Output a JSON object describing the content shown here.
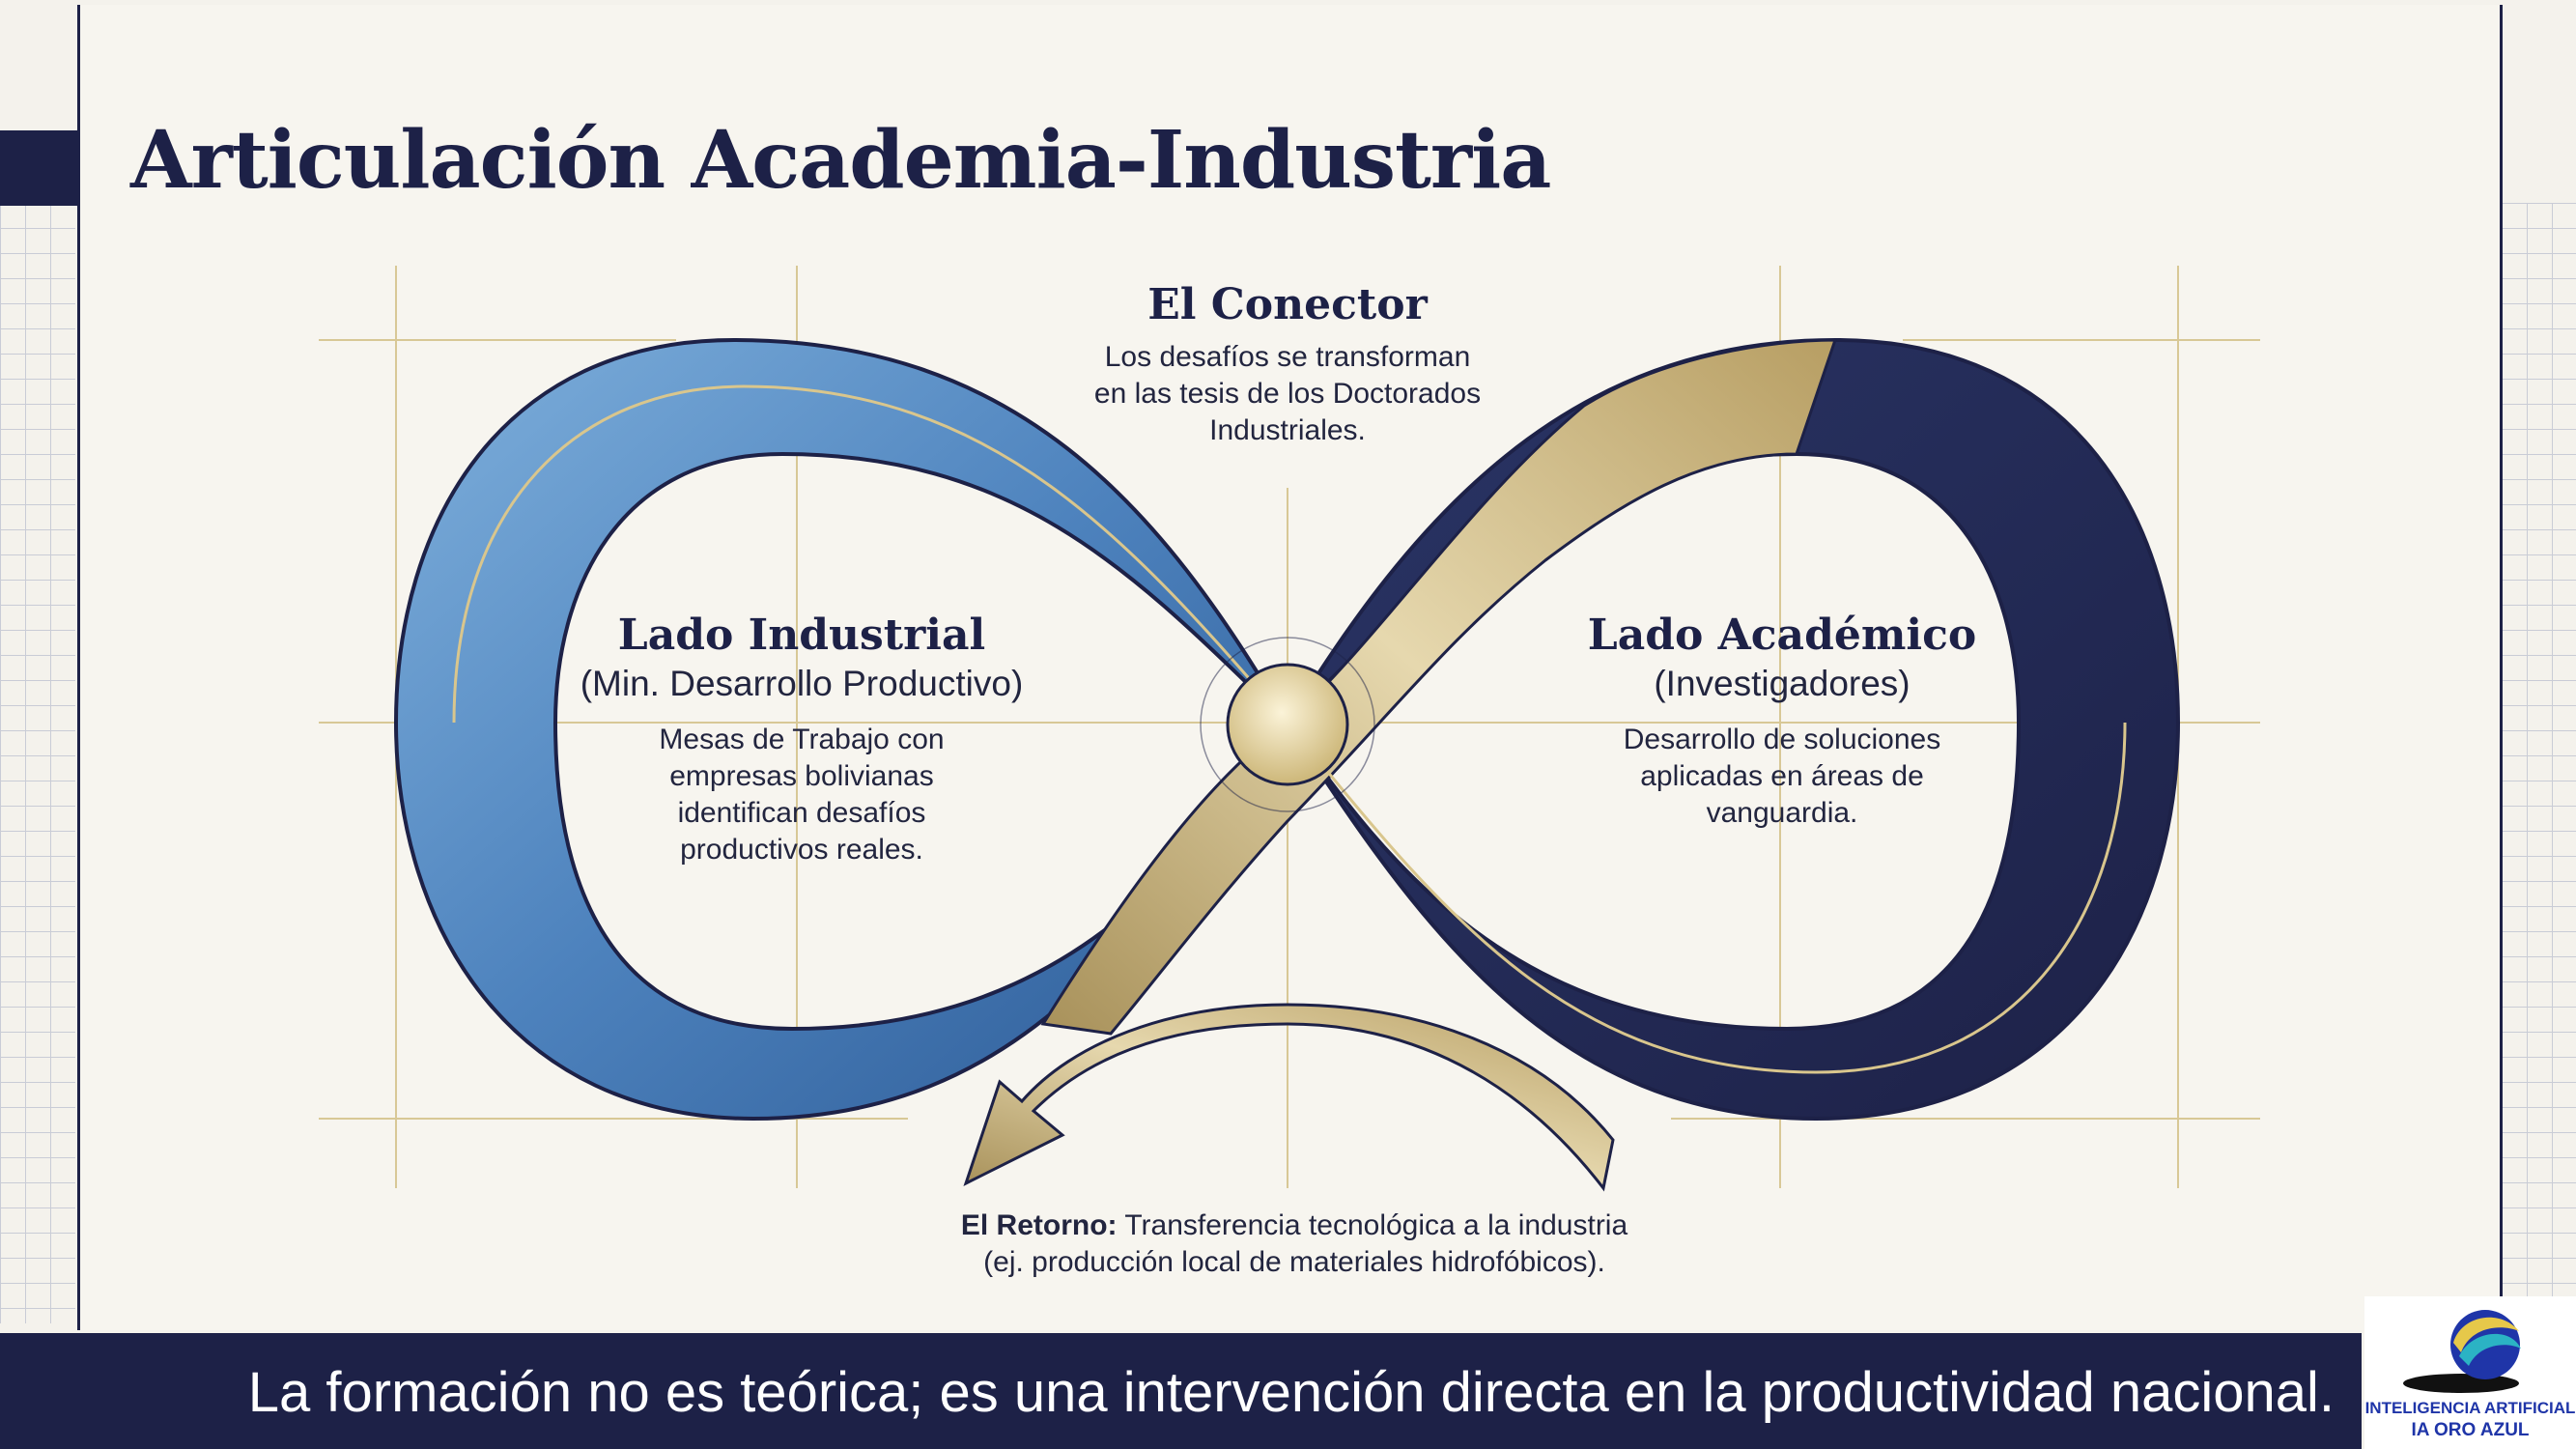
{
  "title": "Articulación Academia-Industria",
  "connector": {
    "heading": "El Conector",
    "lines": [
      "Los desafíos se transforman",
      "en las tesis de los Doctorados",
      "Industriales."
    ]
  },
  "industrial": {
    "heading": "Lado Industrial",
    "subheading": "(Min. Desarrollo Productivo)",
    "lines": [
      "Mesas de Trabajo con",
      "empresas bolivianas",
      "identifican desafíos",
      "productivos reales."
    ]
  },
  "academic": {
    "heading": "Lado Académico",
    "subheading": "(Investigadores)",
    "lines": [
      "Desarrollo de soluciones",
      "aplicadas en áreas de",
      "vanguardia."
    ]
  },
  "return": {
    "label": "El Retorno:",
    "line1": "Transferencia tecnológica a la industria",
    "line2": "(ej. producción local de materiales hidrofóbicos)."
  },
  "footer": {
    "text": "La formación no es teórica; es una intervención directa en la productividad nacional."
  },
  "logo": {
    "line1": "INTELIGENCIA ARTIFICIAL",
    "line2": "IA ORO AZUL"
  },
  "colors": {
    "navy": "#1d2147",
    "blue": "#4a7fb8",
    "gold": "#c7b27a",
    "background": "#f7f5ef"
  }
}
